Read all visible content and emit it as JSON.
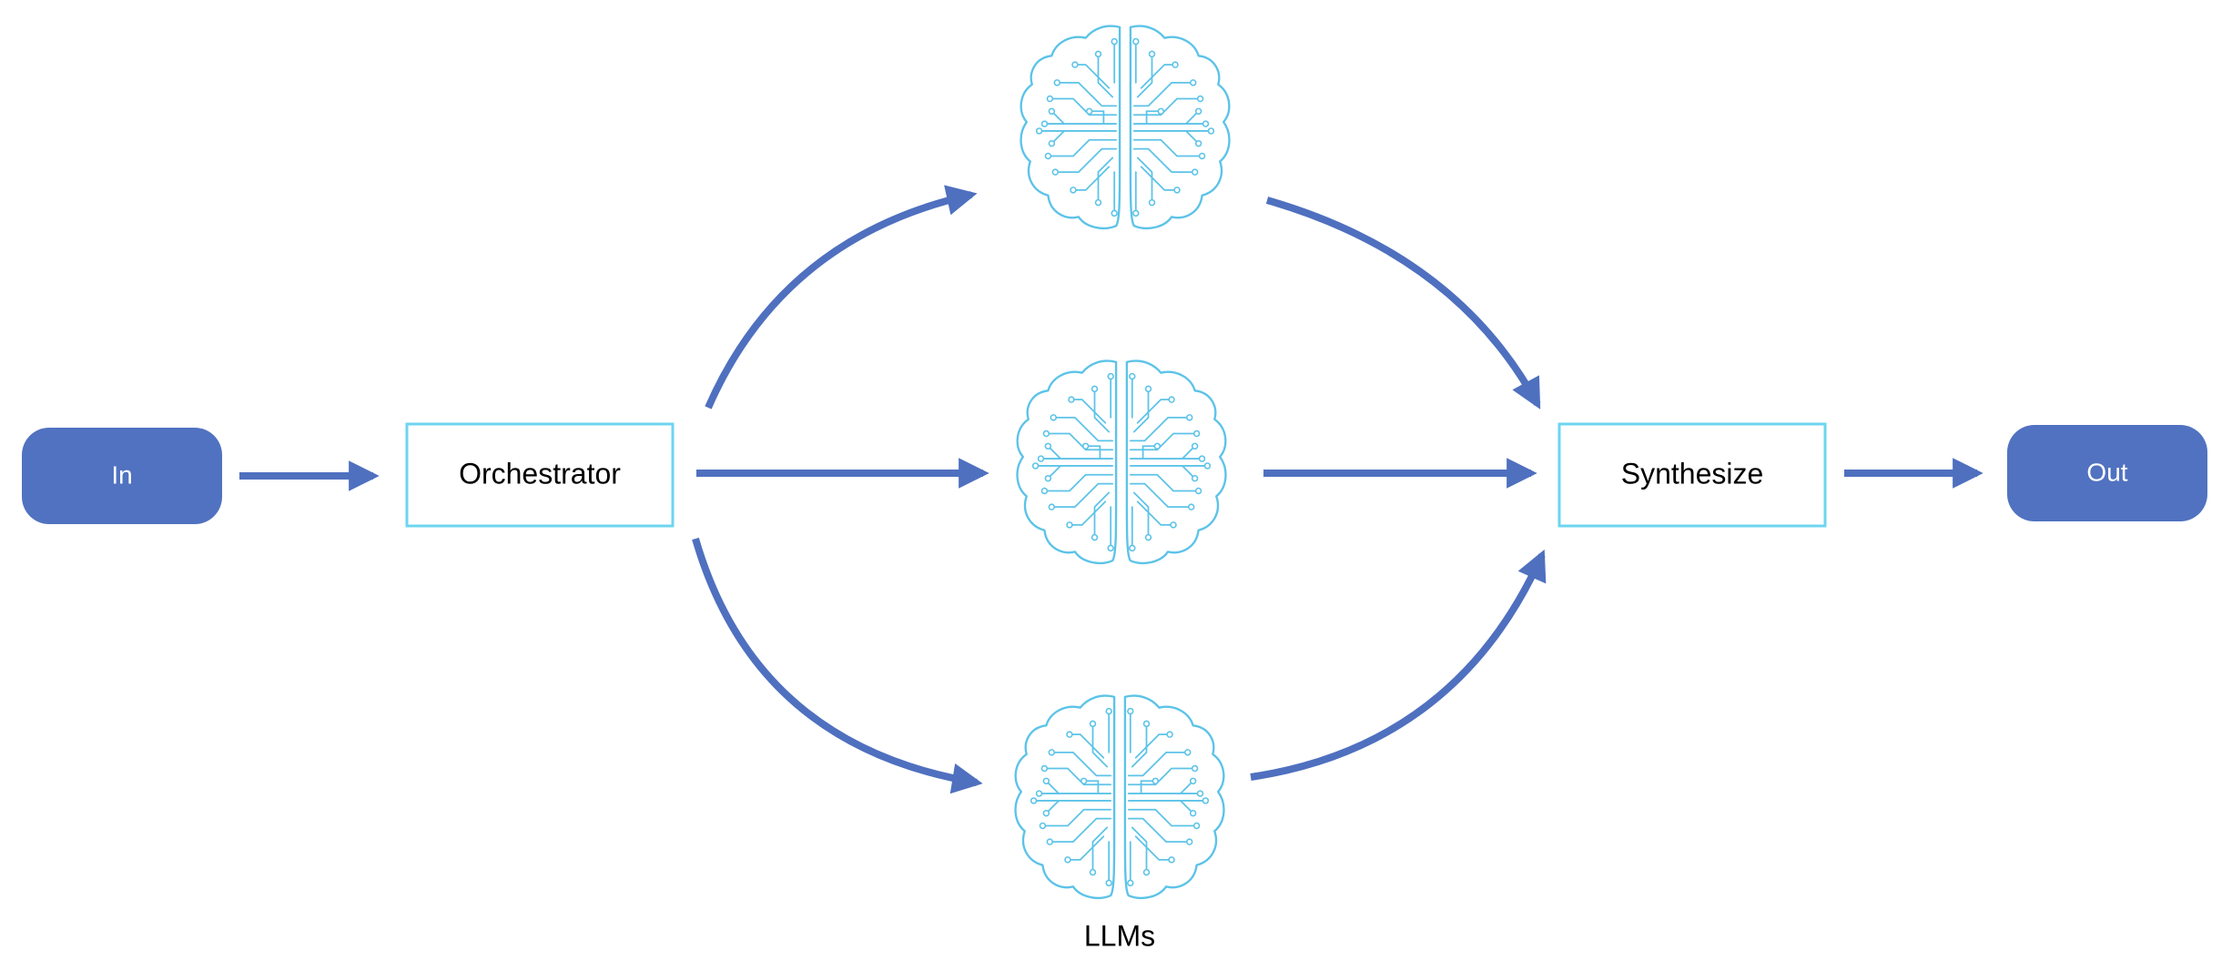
{
  "nodes": {
    "input": {
      "label": "In"
    },
    "orchestrator": {
      "label": "Orchestrator"
    },
    "synthesize": {
      "label": "Synthesize"
    },
    "output": {
      "label": "Out"
    }
  },
  "llm_group": {
    "label": "LLMs",
    "count": 3,
    "icon": "brain-circuit-icon"
  },
  "colors": {
    "pill_fill": "#5072C0",
    "pill_text": "#FFFFFF",
    "box_border": "#6DD5EF",
    "box_text": "#000000",
    "arrow": "#4F70BF",
    "brain_stroke": "#5CC3E8"
  }
}
